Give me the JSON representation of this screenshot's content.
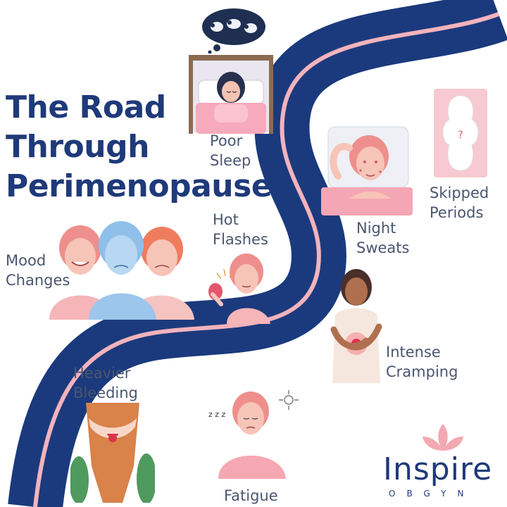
{
  "title": {
    "line1": "The Road",
    "line2": "Through",
    "line3": "Perimenopause"
  },
  "symptoms": {
    "poor_sleep": {
      "line1": "Poor",
      "line2": "Sleep"
    },
    "skipped_periods": {
      "line1": "Skipped",
      "line2": "Periods"
    },
    "night_sweats": {
      "line1": "Night",
      "line2": "Sweats"
    },
    "hot_flashes": {
      "line1": "Hot",
      "line2": "Flashes"
    },
    "mood_changes": {
      "line1": "Mood",
      "line2": "Changes"
    },
    "intense_cramping": {
      "line1": "Intense",
      "line2": "Cramping"
    },
    "heavier_bleeding": {
      "line1": "Heavier",
      "line2": "Bleeding"
    },
    "fatigue": {
      "line1": "Fatigue"
    }
  },
  "brand": {
    "name": "Inspire",
    "sub": "OBGYN"
  },
  "sleep_bubble_mark": "?",
  "fatigue_mark": "z z z",
  "colors": {
    "road": "#1b3a7d",
    "road_stripe": "#f3b3bc",
    "title": "#1f3a7a",
    "label": "#4a5670",
    "skin": "#f4b8a8",
    "hair_pink": "#ef8a8a",
    "blue": "#8fc0ea",
    "lotus": "#f2a9b2"
  },
  "icons": {
    "sleeping_woman": "sleeping-woman-illustration",
    "sheep_bubble": "counting-sheep-bubble-icon",
    "pad": "sanitary-pad-icon",
    "night_sweats": "sweating-woman-in-bed-illustration",
    "hot_flash": "woman-with-fan-illustration",
    "mood": "three-faces-illustration",
    "cramping": "woman-holding-stomach-illustration",
    "bleeding": "pelvis-bleeding-illustration",
    "fatigue": "tired-woman-illustration",
    "lotus": "lotus-logo-icon"
  }
}
